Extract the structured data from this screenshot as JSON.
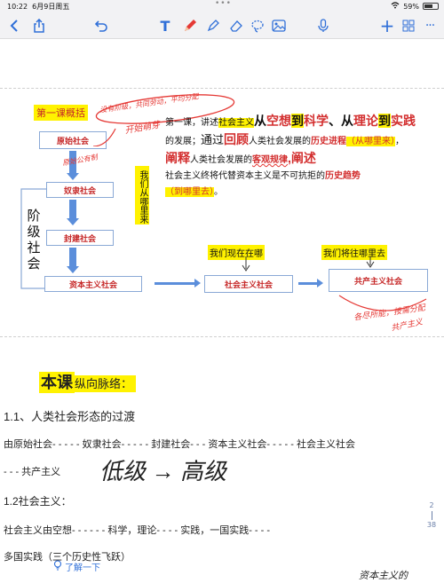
{
  "status": {
    "time": "10:22",
    "date": "6月9日周五",
    "battery": "59%"
  },
  "colors": {
    "accent": "#2f6fd8",
    "highlight": "#fff200",
    "red": "#d32f2f",
    "box_border": "#8aa9d6"
  },
  "toolbar": {
    "icons": [
      "chevron-left-icon",
      "share-icon",
      "undo-icon",
      "text-icon",
      "pen-icon",
      "highlighter-icon",
      "eraser-icon",
      "lasso-icon",
      "image-icon",
      "microphone-icon",
      "plus-icon",
      "grid-icon",
      "more-icon"
    ]
  },
  "diagram": {
    "title": "第一课概括",
    "nodes": [
      "原始社会",
      "奴隶社会",
      "封建社会",
      "资本主义社会",
      "社会主义社会",
      "共产主义社会"
    ],
    "side_vertical": [
      "阶",
      "级",
      "社",
      "会"
    ],
    "blue_vertical": "我们从哪里来",
    "now_label": "我们现在在哪",
    "future_label": "我们将往哪里去",
    "hand_1": "没有阶级，共同劳动，平均分配",
    "hand_2": "开始萌芽",
    "hand_3": "原始公有制",
    "hand_4": "各尽所能，按需分配",
    "hand_5": "共产主义"
  },
  "para": {
    "p1a": "第一课，",
    "p1b": "讲述",
    "p1c": "社会主义",
    "p1d": "从",
    "p1e": "空想",
    "p1f": "到",
    "p1g": "科学",
    "p1h": "、从",
    "p1i": "理论",
    "p1j": "到",
    "p1k": "实践",
    "p2a": "的发展；",
    "p2b": "通过",
    "p2c": "回顾",
    "p2d": "人类社会发展的",
    "p2e": "历史进程",
    "p2f": "（从哪里来）",
    "p2g": "，",
    "p3a": "阐释",
    "p3b": "人类社会发展的",
    "p3c": "客观规律",
    "p3d": ",阐述",
    "p4a": "社会主义终将代替资本主义是不可抗拒的",
    "p4b": "历史趋势",
    "p5a": "（到哪里去）",
    "p5b": "。"
  },
  "notes": {
    "heading_a": "本课",
    "heading_b": "纵向脉络：",
    "s1": "1.1、人类社会形态的过渡",
    "line1": "由原始社会- - - - - 奴隶社会- - - - - 封建社会- - - 资本主义社会- - - - - 社会主义社会",
    "line2": "- - - 共产主义",
    "hand_low_high": "低级 → 高级",
    "s2": "1.2社会主义：",
    "line3": "社会主义由空想- - - - - - 科学，理论- - - - 实践，一国实践- - - -",
    "line4": "多国实践（三个历史性飞跃）",
    "learn_more": "了解一下",
    "hand_bottom": "资本主义的"
  },
  "pager": {
    "current": "2",
    "total": "38"
  }
}
